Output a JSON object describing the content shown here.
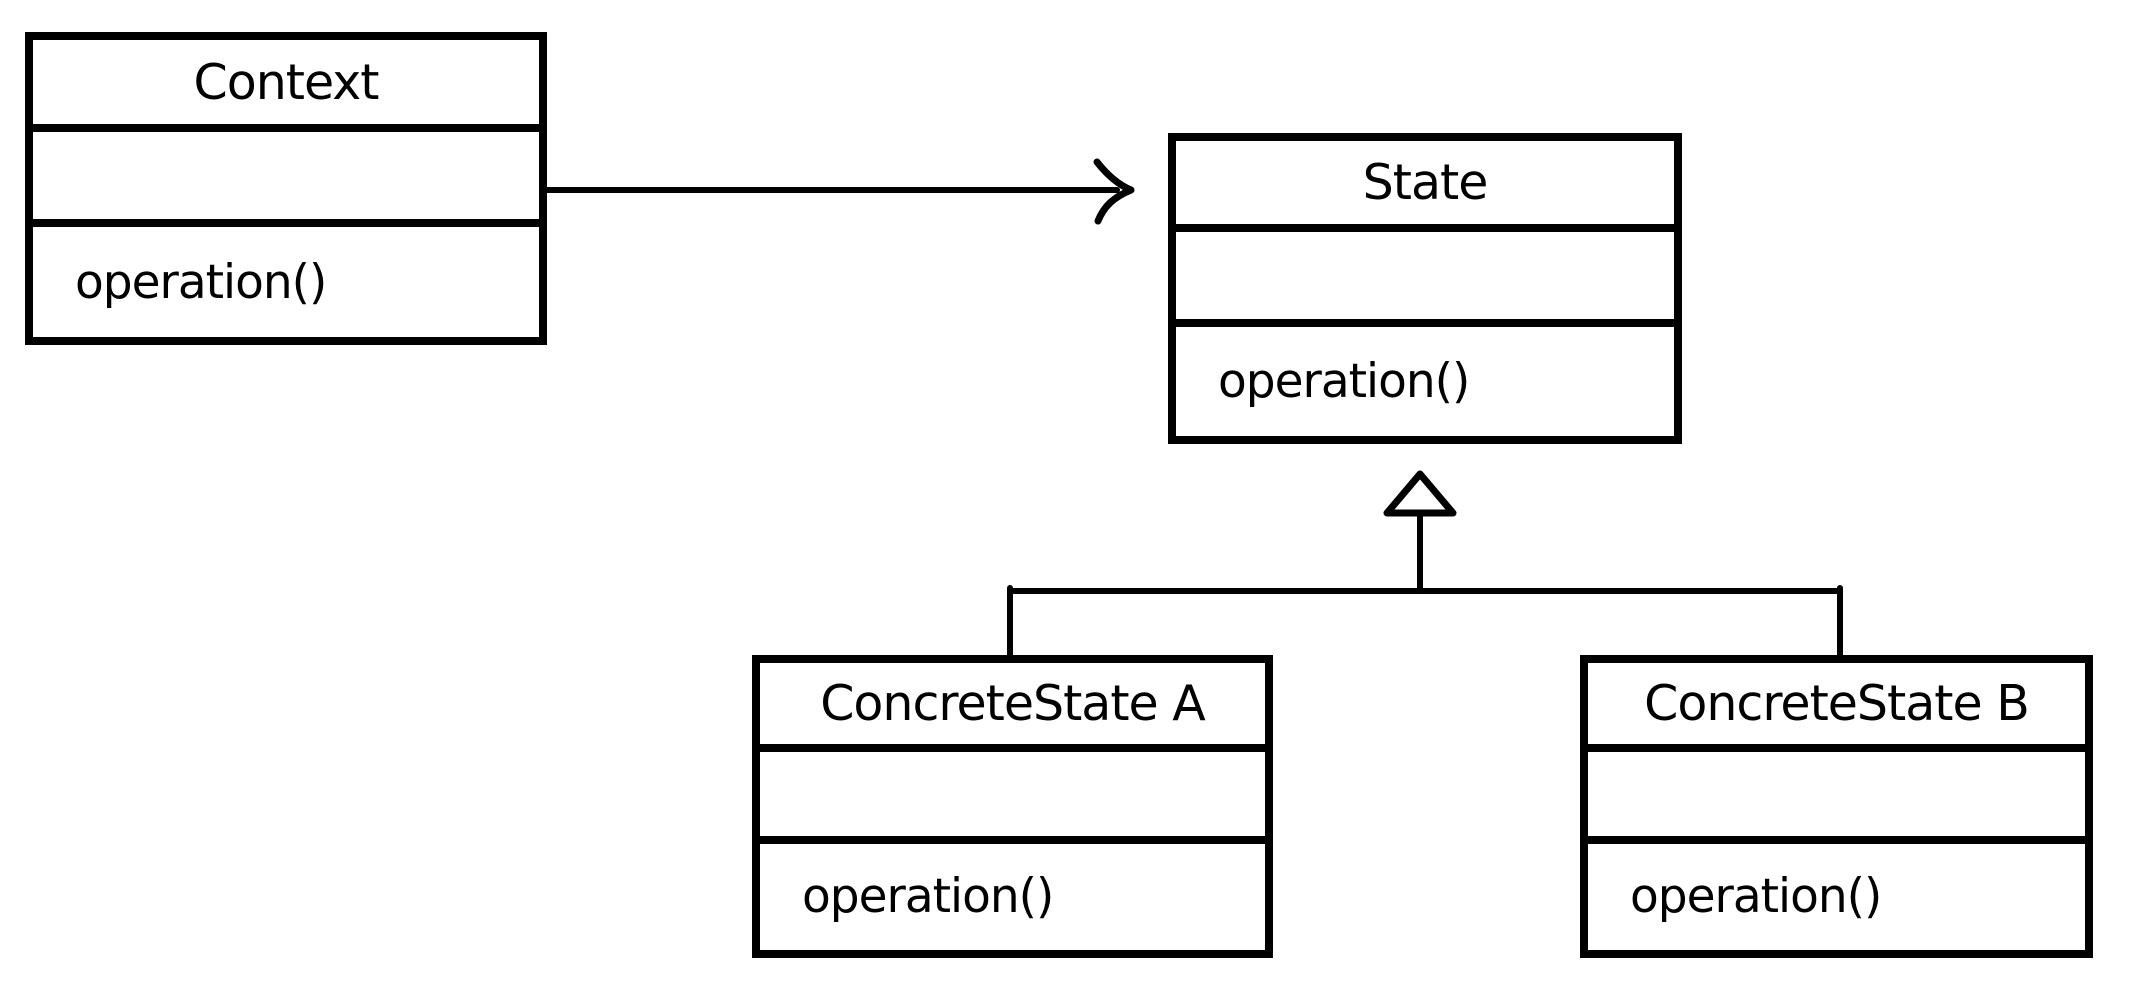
{
  "diagram": {
    "type": "uml-class-diagram",
    "pattern": "State",
    "classes": [
      {
        "name": "Context",
        "attributes": "",
        "methods": [
          "operation()"
        ]
      },
      {
        "name": "State",
        "attributes": "",
        "methods": [
          "operation()"
        ]
      },
      {
        "name": "ConcreteState A",
        "attributes": "",
        "methods": [
          "operation()"
        ]
      },
      {
        "name": "ConcreteState B",
        "attributes": "",
        "methods": [
          "operation()"
        ]
      }
    ],
    "relationships": [
      {
        "type": "association",
        "from": "Context",
        "to": "State",
        "arrowhead": "open-arrow"
      },
      {
        "type": "generalization",
        "from": "ConcreteState A",
        "to": "State",
        "arrowhead": "hollow-triangle"
      },
      {
        "type": "generalization",
        "from": "ConcreteState B",
        "to": "State",
        "arrowhead": "hollow-triangle"
      }
    ],
    "colors": {
      "stroke": "#000000",
      "background": "#ffffff",
      "box_fill": "#ffffff"
    }
  }
}
